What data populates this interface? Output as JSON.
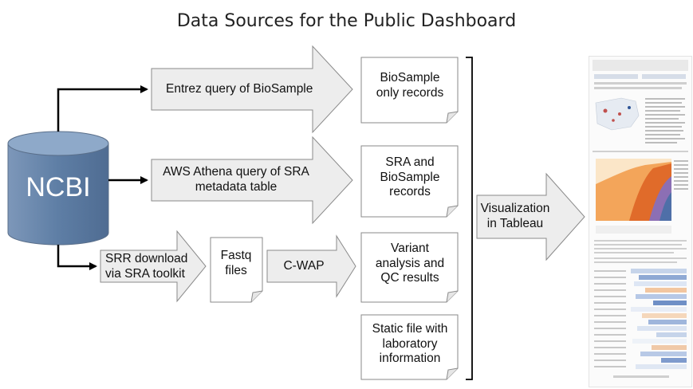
{
  "title": "Data Sources for the Public Dashboard",
  "source": {
    "label": "NCBI"
  },
  "queries": [
    "Entrez query of BioSample",
    "AWS Athena query of SRA metadata table",
    "SRR download via SRA toolkit"
  ],
  "intermediate": {
    "files_label": "Fastq files",
    "process_label": "C-WAP"
  },
  "documents": [
    "BioSample only records",
    "SRA and BioSample records",
    "Variant analysis and QC results",
    "Static file with laboratory information"
  ],
  "output": {
    "label": "Visualization in Tableau"
  },
  "colors": {
    "cylinder": "#5e7ea5",
    "cylinder_top": "#8ea9c9",
    "arrow_fill": "#ededed",
    "line": "#000000"
  }
}
